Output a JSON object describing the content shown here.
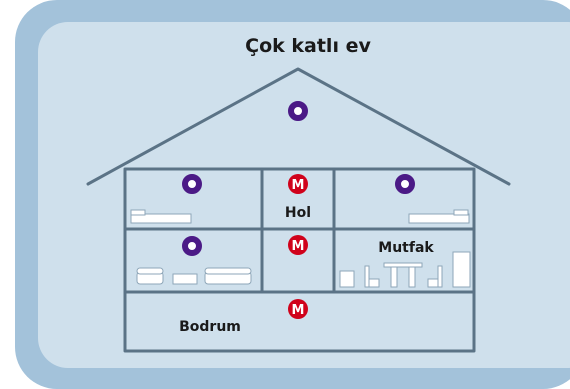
{
  "title": "Çok katlı ev",
  "rooms": {
    "hall": "Hol",
    "kitchen": "Mutfak",
    "basement": "Bodrum"
  },
  "markers": {
    "m_letter": "M",
    "o_color": "#4b1a86",
    "m_color": "#d0021b"
  },
  "colors": {
    "outer_frame": "#a3c2da",
    "inner_panel": "#cfe0ec",
    "house_lines": "#5b7386"
  }
}
